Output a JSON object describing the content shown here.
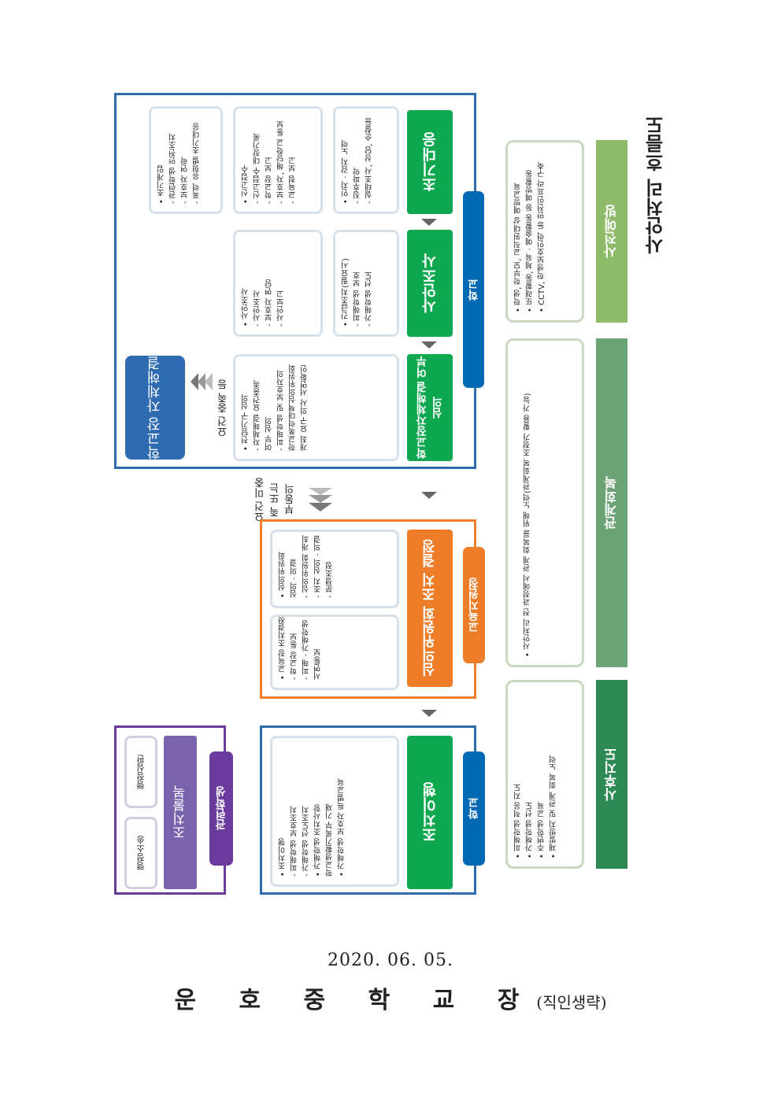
{
  "title": "사안처리 흐름도",
  "stages": {
    "prevent": "사전예방",
    "relation": "관계회복",
    "follow": "사후지도"
  },
  "prevent_items": [
    "• 학생, 학부모, 교직원대상 예방교육",
    "• 또래활동, 체육 · 예술활동 등 예방활동",
    "• CCTV, 학생보호인력 등 안전인프라 구축"
  ],
  "relation_items": [
    "• 사안처리 전 과정에서 관계 회복을 위해 노력(관계회복 조정가 활용 가능)"
  ],
  "follow_items": [
    "• 피해학생 적응 지도",
    "• 가해학생 선도",
    "• 주변학생 교육",
    "• 재발방지 및 관계 회복 노력"
  ],
  "school_tag": "학교",
  "edu_tag": "교육지원청",
  "related_tag": "관련학생",
  "steps": {
    "early": "초기대응",
    "investigate": "사안조사",
    "deliberate": "학교장자체해결 여부 심의",
    "self": "학교장 자체해결",
    "committee": "심의위원회 조치 결정",
    "execute": "조치이행",
    "appeal": "조치불복"
  },
  "early_notes": [
    [
      "• 인지 · 감지 노력",
      " - 징후파악",
      " - 실태조사, 상담, 순찰등"
    ],
    [
      "• 신고접수",
      " - 신고접수 대장기록",
      " - 학교장 보고",
      " - 보호자, 해당학교 통보",
      " - 교육청 보고"
    ],
    [
      "• 초기개입",
      " - 관련학생 안전조치",
      " - 보호자 연락",
      " - 폭력 유형별 초기대응"
    ]
  ],
  "investigate_notes": [
    [
      "• 긴급조치(필요시)",
      " - 피해학생 보호",
      " - 가해학생 선도"
    ],
    [
      "• 사안조사",
      " - 사안조사",
      " - 보호자 면담",
      " - 사안보고"
    ]
  ],
  "deliberate_note": [
    "• 전담기구 심의",
    " - 자체해결 요건충족",
    "   여부 심의",
    " - 피해학생 및 보호자의",
    "   학교폭력대책심의위원회",
    "   개최 요구 의사 서면확인"
  ],
  "arrow_labels": {
    "meet": "요건 충족 등",
    "not_meet": "요건 미충족 또는 부동의"
  },
  "committee_notes": [
    [
      "• 심의위원회",
      "   심의 · 의결",
      " - 심의위원회 개최",
      " - 조치 심의 · 의결",
      " - 분쟁조정"
    ],
    [
      "• 교육장 조치결정",
      " - 학교장 통보",
      " - 피해 · 가해학생",
      "   서면통보"
    ]
  ],
  "execute_notes": [
    [
      "• 조치이행",
      " - 피해학생 보호조치",
      " - 가해학생 선도조치",
      "• 가해학생 조치사항",
      "   학교생활기록부 기재",
      "• 가해학생 보호자 특별교육"
    ]
  ],
  "appeal_items": [
    "행정심판",
    "행정소송"
  ],
  "footer": {
    "date": "2020. 06. 05.",
    "school": "운 호 중 학 교 장",
    "seal_note": "(직인생략)"
  },
  "colors": {
    "green": "#0fa850",
    "blue": "#0069b4",
    "dark_blue": "#2e6bb0",
    "orange": "#ee7d2a",
    "purple": "#6a3a9c",
    "light_green": "#8dbb6a",
    "mid_green": "#6ba374",
    "dark_green": "#2e8a55"
  }
}
